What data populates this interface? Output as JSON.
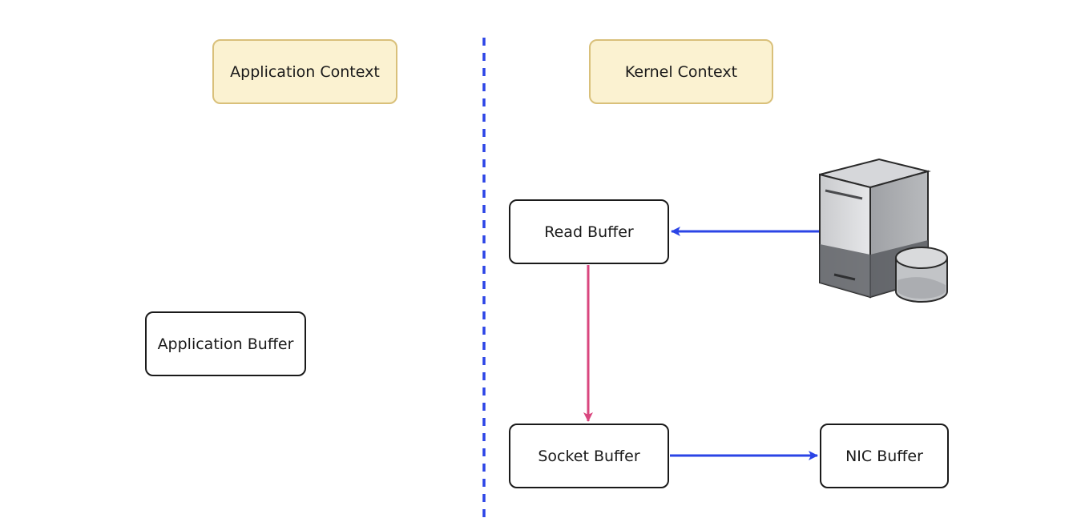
{
  "diagram": {
    "headers": {
      "application_context": "Application Context",
      "kernel_context": "Kernel Context"
    },
    "nodes": {
      "read_buffer": "Read Buffer",
      "application_buffer": "Application Buffer",
      "socket_buffer": "Socket Buffer",
      "nic_buffer": "NIC Buffer"
    },
    "icons": {
      "disk_server": "server-with-disk-icon"
    },
    "colors": {
      "divider": "#2b44e6",
      "blue_arrow": "#2b44e6",
      "pink_arrow": "#d9467e",
      "header_fill": "#fbf2d1",
      "header_border": "#d9c07a"
    }
  }
}
